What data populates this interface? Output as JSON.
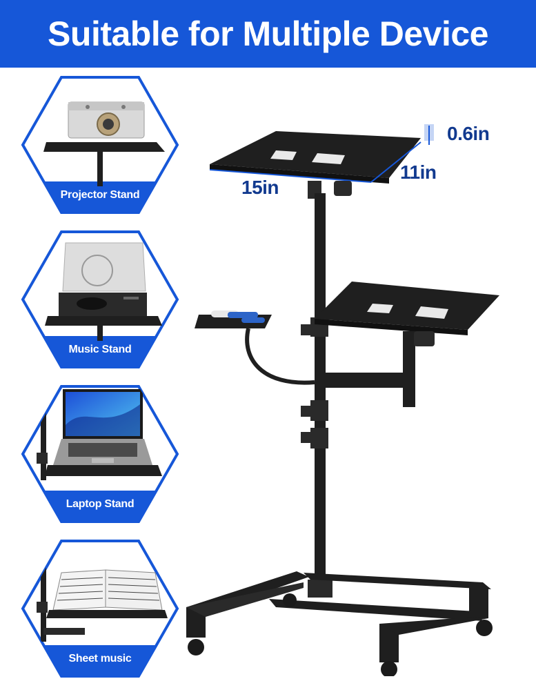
{
  "header": {
    "title": "Suitable for Multiple Device"
  },
  "uses": [
    {
      "label": "Projector Stand"
    },
    {
      "label": "Music Stand"
    },
    {
      "label": "Laptop Stand"
    },
    {
      "label": "Sheet music"
    }
  ],
  "dimensions": {
    "width": "15in",
    "depth": "11in",
    "thickness": "0.6in"
  },
  "colors": {
    "brand_blue": "#1657d8",
    "dimension_text": "#123a8f",
    "stand_black": "#1b1b1b"
  }
}
